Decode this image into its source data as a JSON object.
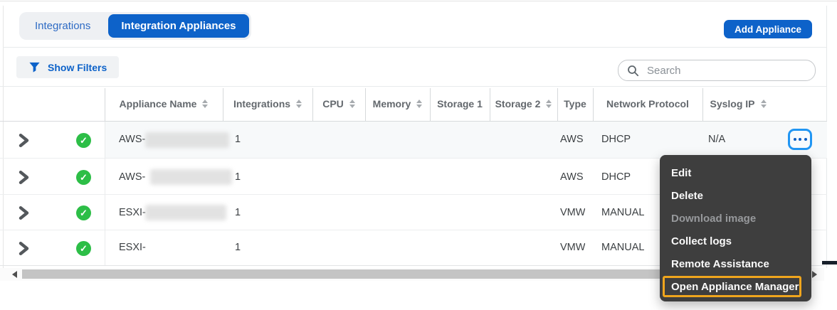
{
  "tabs": [
    {
      "label": "Integrations",
      "active": false
    },
    {
      "label": "Integration Appliances",
      "active": true
    }
  ],
  "header": {
    "add_button_label": "Add Appliance"
  },
  "toolbar": {
    "show_filters_label": "Show Filters",
    "search_placeholder": "Search",
    "search_value": ""
  },
  "table": {
    "columns": [
      {
        "label": "Appliance Name",
        "sortable": true
      },
      {
        "label": "Integrations",
        "sortable": true
      },
      {
        "label": "CPU",
        "sortable": true
      },
      {
        "label": "Memory",
        "sortable": true
      },
      {
        "label": "Storage 1",
        "sortable": false
      },
      {
        "label": "Storage 2",
        "sortable": true
      },
      {
        "label": "Type",
        "sortable": false
      },
      {
        "label": "Network Protocol",
        "sortable": false
      },
      {
        "label": "Syslog IP",
        "sortable": true
      }
    ],
    "rows": [
      {
        "status": "healthy",
        "appliance_name": "AWS-",
        "name_redacted": true,
        "integrations": "1",
        "cpu": "",
        "memory": "",
        "storage1": "",
        "storage2": "",
        "type": "AWS",
        "network_protocol": "DHCP",
        "syslog_ip": "N/A",
        "actions_menu_open": true
      },
      {
        "status": "healthy",
        "appliance_name": "AWS-",
        "name_redacted": true,
        "integrations": "1",
        "cpu": "",
        "memory": "",
        "storage1": "",
        "storage2": "",
        "type": "AWS",
        "network_protocol": "DHCP",
        "syslog_ip": "",
        "actions_menu_open": false
      },
      {
        "status": "healthy",
        "appliance_name": "ESXI-",
        "name_redacted": true,
        "integrations": "1",
        "cpu": "",
        "memory": "",
        "storage1": "",
        "storage2": "",
        "type": "VMW",
        "network_protocol": "MANUAL",
        "syslog_ip": "",
        "actions_menu_open": false
      },
      {
        "status": "healthy",
        "appliance_name": "ESXI-",
        "name_redacted": false,
        "integrations": "1",
        "cpu": "",
        "memory": "",
        "storage1": "",
        "storage2": "",
        "type": "VMW",
        "network_protocol": "MANUAL",
        "syslog_ip": "",
        "actions_menu_open": false
      }
    ]
  },
  "context_menu": {
    "items": [
      {
        "label": "Edit",
        "disabled": false,
        "highlighted": false
      },
      {
        "label": "Delete",
        "disabled": false,
        "highlighted": false
      },
      {
        "label": "Download image",
        "disabled": true,
        "highlighted": false
      },
      {
        "label": "Collect logs",
        "disabled": false,
        "highlighted": false
      },
      {
        "label": "Remote Assistance",
        "disabled": false,
        "highlighted": false
      },
      {
        "label": "Open Appliance Manager",
        "disabled": false,
        "highlighted": true
      }
    ]
  },
  "icons": {
    "filter": "funnel-icon",
    "search": "magnifier-icon",
    "status_ok": "green-check-icon",
    "status_ok_glyph": "✓",
    "expand": "chevron-right-icon",
    "row_actions": "ellipsis-icon",
    "sort": "sort-arrows-icon",
    "scroll_left": "left-arrow-icon",
    "scroll_right": "right-arrow-icon"
  },
  "colors": {
    "primary_blue": "#0d62c9",
    "focus_blue": "#2196f3",
    "link_blue": "#2e6bc4",
    "menu_bg": "#3e3e3e",
    "menu_text": "#fafafa",
    "menu_disabled_text": "#97999c",
    "highlight_orange": "#efa51d",
    "status_green": "#2dbe47",
    "header_text": "#63686d",
    "body_text": "#3c4043"
  }
}
